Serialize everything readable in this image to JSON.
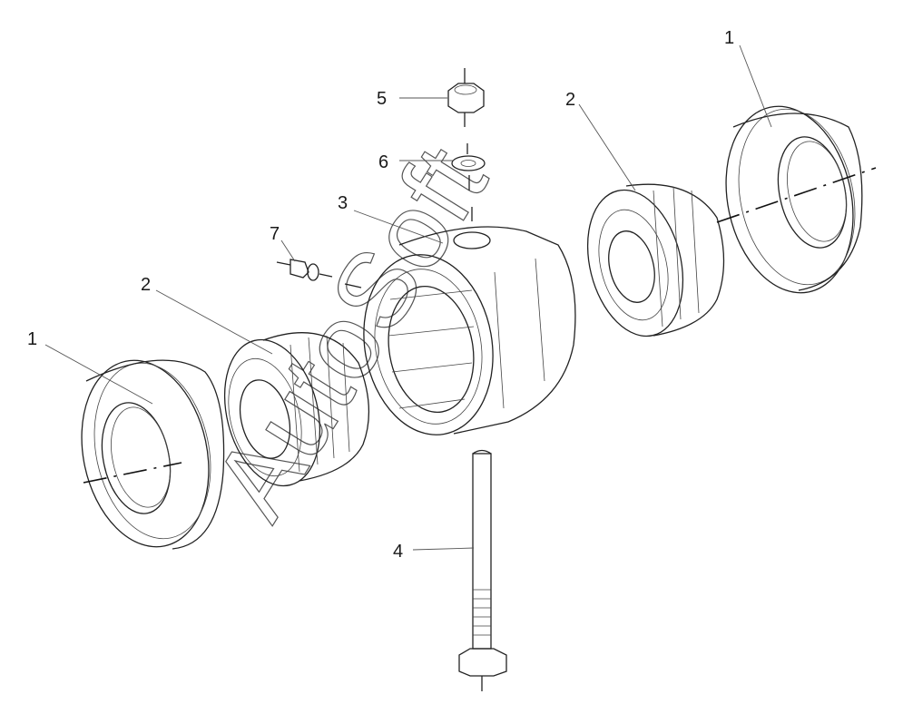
{
  "diagram": {
    "callouts": [
      {
        "id": "c1-left",
        "label": "1"
      },
      {
        "id": "c1-right",
        "label": "1"
      },
      {
        "id": "c2-left",
        "label": "2"
      },
      {
        "id": "c2-right",
        "label": "2"
      },
      {
        "id": "c3",
        "label": "3"
      },
      {
        "id": "c4",
        "label": "4"
      },
      {
        "id": "c5",
        "label": "5"
      },
      {
        "id": "c6",
        "label": "6"
      },
      {
        "id": "c7",
        "label": "7"
      }
    ],
    "watermark": "AutoSoft"
  }
}
